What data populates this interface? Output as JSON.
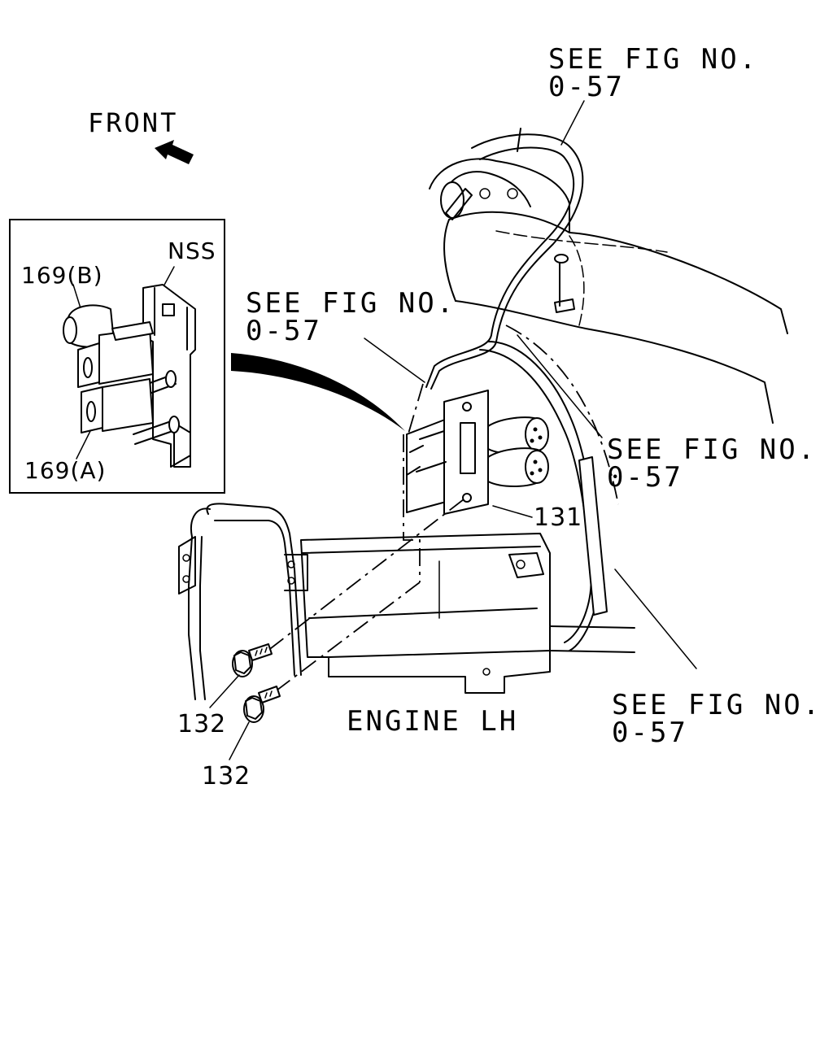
{
  "diagram": {
    "front_label": "FRONT",
    "ref_fig": {
      "line1": "SEE FIG NO.",
      "line2": "0-57"
    },
    "inset": {
      "label_nss": "NSS",
      "label_b": "169(B)",
      "label_a": "169(A)"
    },
    "callouts": {
      "bracket": "131",
      "bolt_upper": "132",
      "bolt_lower": "132"
    },
    "engine_label": "ENGINE LH"
  }
}
